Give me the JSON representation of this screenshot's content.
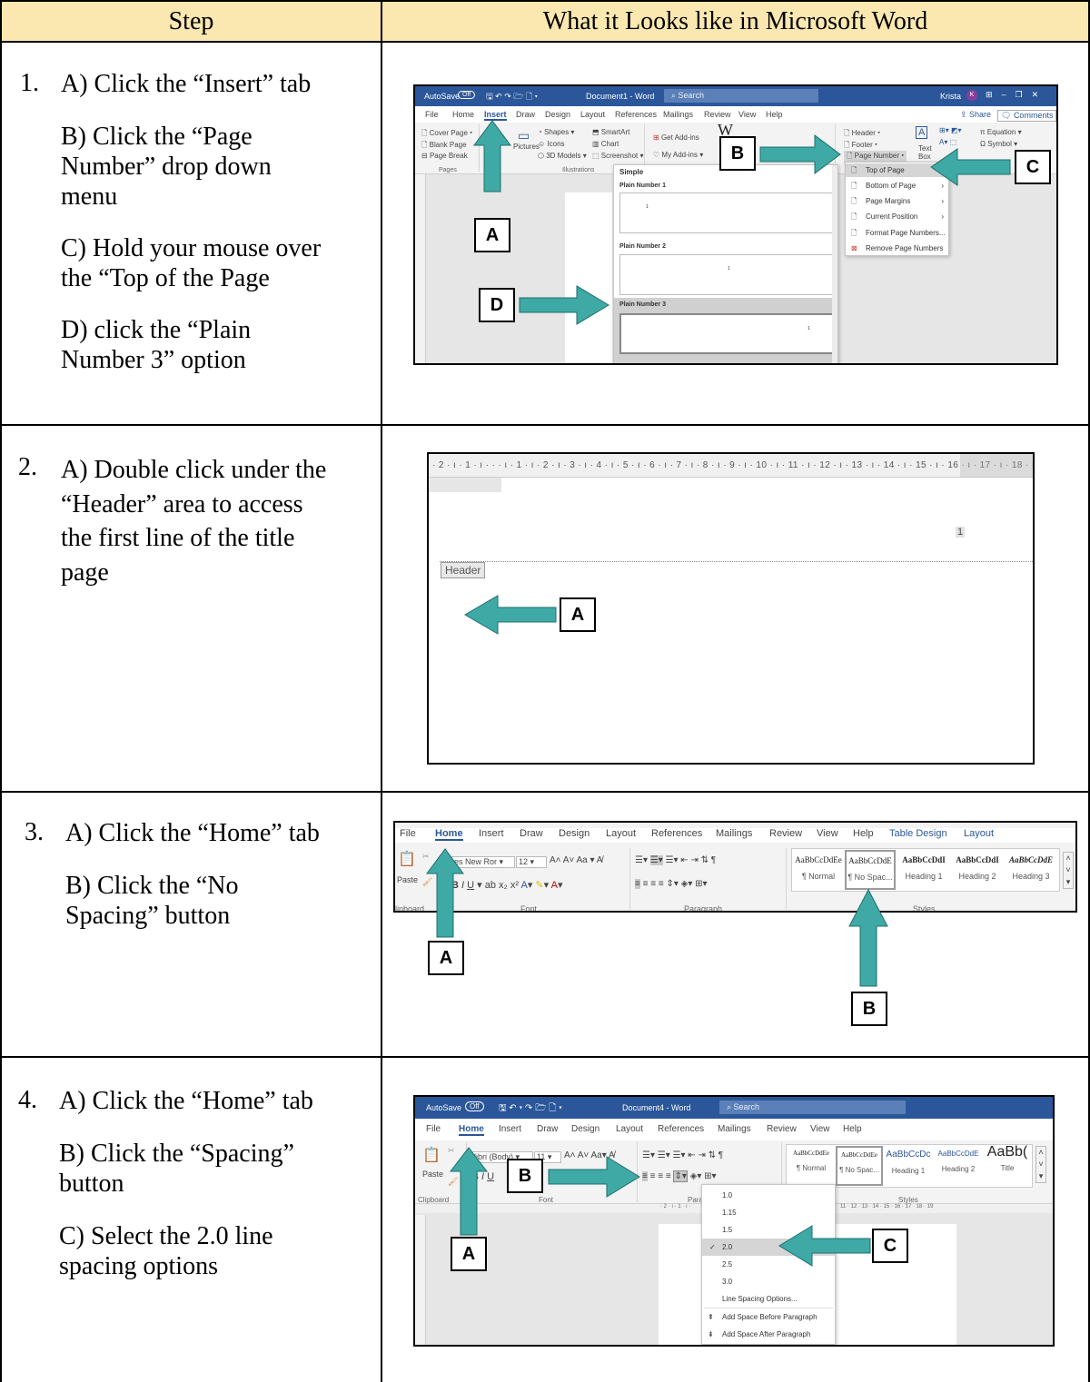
{
  "table": {
    "col_step": "Step",
    "col_look": "What it Looks like in Microsoft Word"
  },
  "steps": [
    {
      "number": "1.",
      "lines": [
        "A) Click the “Insert” tab",
        "B) Click the “Page\nNumber” drop down\nmenu",
        "C) Hold your mouse over\nthe “Top of the Page",
        "D) click the “Plain\nNumber 3” option"
      ]
    },
    {
      "number": "2.",
      "lines": [
        "A) Double click under the\n“Header” area to access\nthe first line of the title\npage"
      ]
    },
    {
      "number": "3.",
      "lines": [
        "A) Click the “Home” tab",
        "B) Click the “No\nSpacing” button"
      ]
    },
    {
      "number": "4.",
      "lines": [
        "A) Click the “Home” tab",
        "B) Click the “Spacing”\nbutton",
        "C) Select the 2.0 line\nspacing options"
      ]
    }
  ],
  "shot1": {
    "autosave": "AutoSave",
    "toggle": "Off",
    "doc_title": "Document1 - Word",
    "search": "Search",
    "user": "Krista",
    "avatar": "K",
    "tabs": [
      "File",
      "Home",
      "Insert",
      "Draw",
      "Design",
      "Layout",
      "References",
      "Mailings",
      "Review",
      "View",
      "Help"
    ],
    "share": "Share",
    "comments": "Comments",
    "pages_items": [
      "Cover Page",
      "Blank Page",
      "Page Break"
    ],
    "pages_group": "Pages",
    "illus_items": [
      "Shapes",
      "Icons",
      "3D Models",
      "SmartArt",
      "Chart",
      "Screenshot"
    ],
    "pictures": "Pictures",
    "illus_group": "Illustrations",
    "addins": [
      "Get Add-ins",
      "My Add-ins"
    ],
    "hf_items": [
      "Header",
      "Footer",
      "Page Number"
    ],
    "text_box": "Text Box",
    "symbols": [
      "Equation",
      "Symbol"
    ],
    "gallery_head": "Simple",
    "gallery": [
      "Plain Number 1",
      "Plain Number 2",
      "Plain Number 3"
    ],
    "gallery_nums": [
      "1",
      "1",
      "1"
    ],
    "menu": [
      "Top of Page",
      "Bottom of Page",
      "Page Margins",
      "Current Position",
      "Format Page Numbers...",
      "Remove Page Numbers"
    ],
    "callouts": [
      "A",
      "B",
      "C",
      "D"
    ]
  },
  "shot2": {
    "ruler": "· 2 · ı · 1 · ı ·  ·   · ı · 1 · ı · 2 · ı · 3 · ı · 4 · ı · 5 · ı · 6 · ı · 7 · ı · 8 · ı · 9 · ı · 10 · ı · 11 · ı · 12 · ı · 13 · ı · 14 · ı · 15 · ı · 16 · ı · 17 · ı · 18 · ı · 19",
    "page_num": "1",
    "header_label": "Header",
    "callout": "A"
  },
  "shot3": {
    "tabs": [
      "File",
      "Home",
      "Insert",
      "Draw",
      "Design",
      "Layout",
      "References",
      "Mailings",
      "Review",
      "View",
      "Help",
      "Table Design",
      "Layout"
    ],
    "paste": "Paste",
    "font_name": "es New Ror",
    "font_size": "12",
    "groups": [
      "lipboard",
      "Font",
      "Paragraph",
      "Styles"
    ],
    "styles": [
      {
        "sample": "AaBbCcDdEe",
        "name": "¶ Normal"
      },
      {
        "sample": "AaBbCcDdE",
        "name": "¶ No Spac..."
      },
      {
        "sample": "AaBbCcDdI",
        "name": "Heading 1"
      },
      {
        "sample": "AaBbCcDdI",
        "name": "Heading 2"
      },
      {
        "sample": "AaBbCcDdE",
        "name": "Heading 3"
      }
    ],
    "callouts": [
      "A",
      "B"
    ]
  },
  "shot4": {
    "autosave": "AutoSave",
    "toggle": "Off",
    "doc_title": "Document4 - Word",
    "search": "Search",
    "tabs": [
      "File",
      "Home",
      "Insert",
      "Draw",
      "Design",
      "Layout",
      "References",
      "Mailings",
      "Review",
      "View",
      "Help"
    ],
    "paste": "Paste",
    "font_name": "libri (Body)",
    "font_size": "11",
    "groups": [
      "Clipboard",
      "Font",
      "Para",
      "Styles"
    ],
    "styles": [
      {
        "sample": "AaBbCcDdEe",
        "name": "¶ Normal"
      },
      {
        "sample": "AaBbCcDdEe",
        "name": "¶ No Spac..."
      },
      {
        "sample": "AaBbCcDc",
        "name": "Heading 1"
      },
      {
        "sample": "AaBbCcDdE",
        "name": "Heading 2"
      },
      {
        "sample": "AaBb(",
        "name": "Title"
      }
    ],
    "spacing_options": [
      "1.0",
      "1.15",
      "1.5",
      "2.0",
      "2.5",
      "3.0"
    ],
    "spacing_more": [
      "Line Spacing Options...",
      "Add Space Before Paragraph",
      "Add Space After Paragraph"
    ],
    "ruler": "· 2 · ı · 1 · ı ·",
    "ruler_right": "11 · 12 · 13 · 14 · 15 · 16 · 17 · 18 · 19",
    "callouts": [
      "A",
      "B",
      "C"
    ]
  },
  "colors": {
    "header_fill": "#fbe8b0",
    "arrow_fill": "#3fa9a6",
    "word_blue": "#2b579a"
  }
}
